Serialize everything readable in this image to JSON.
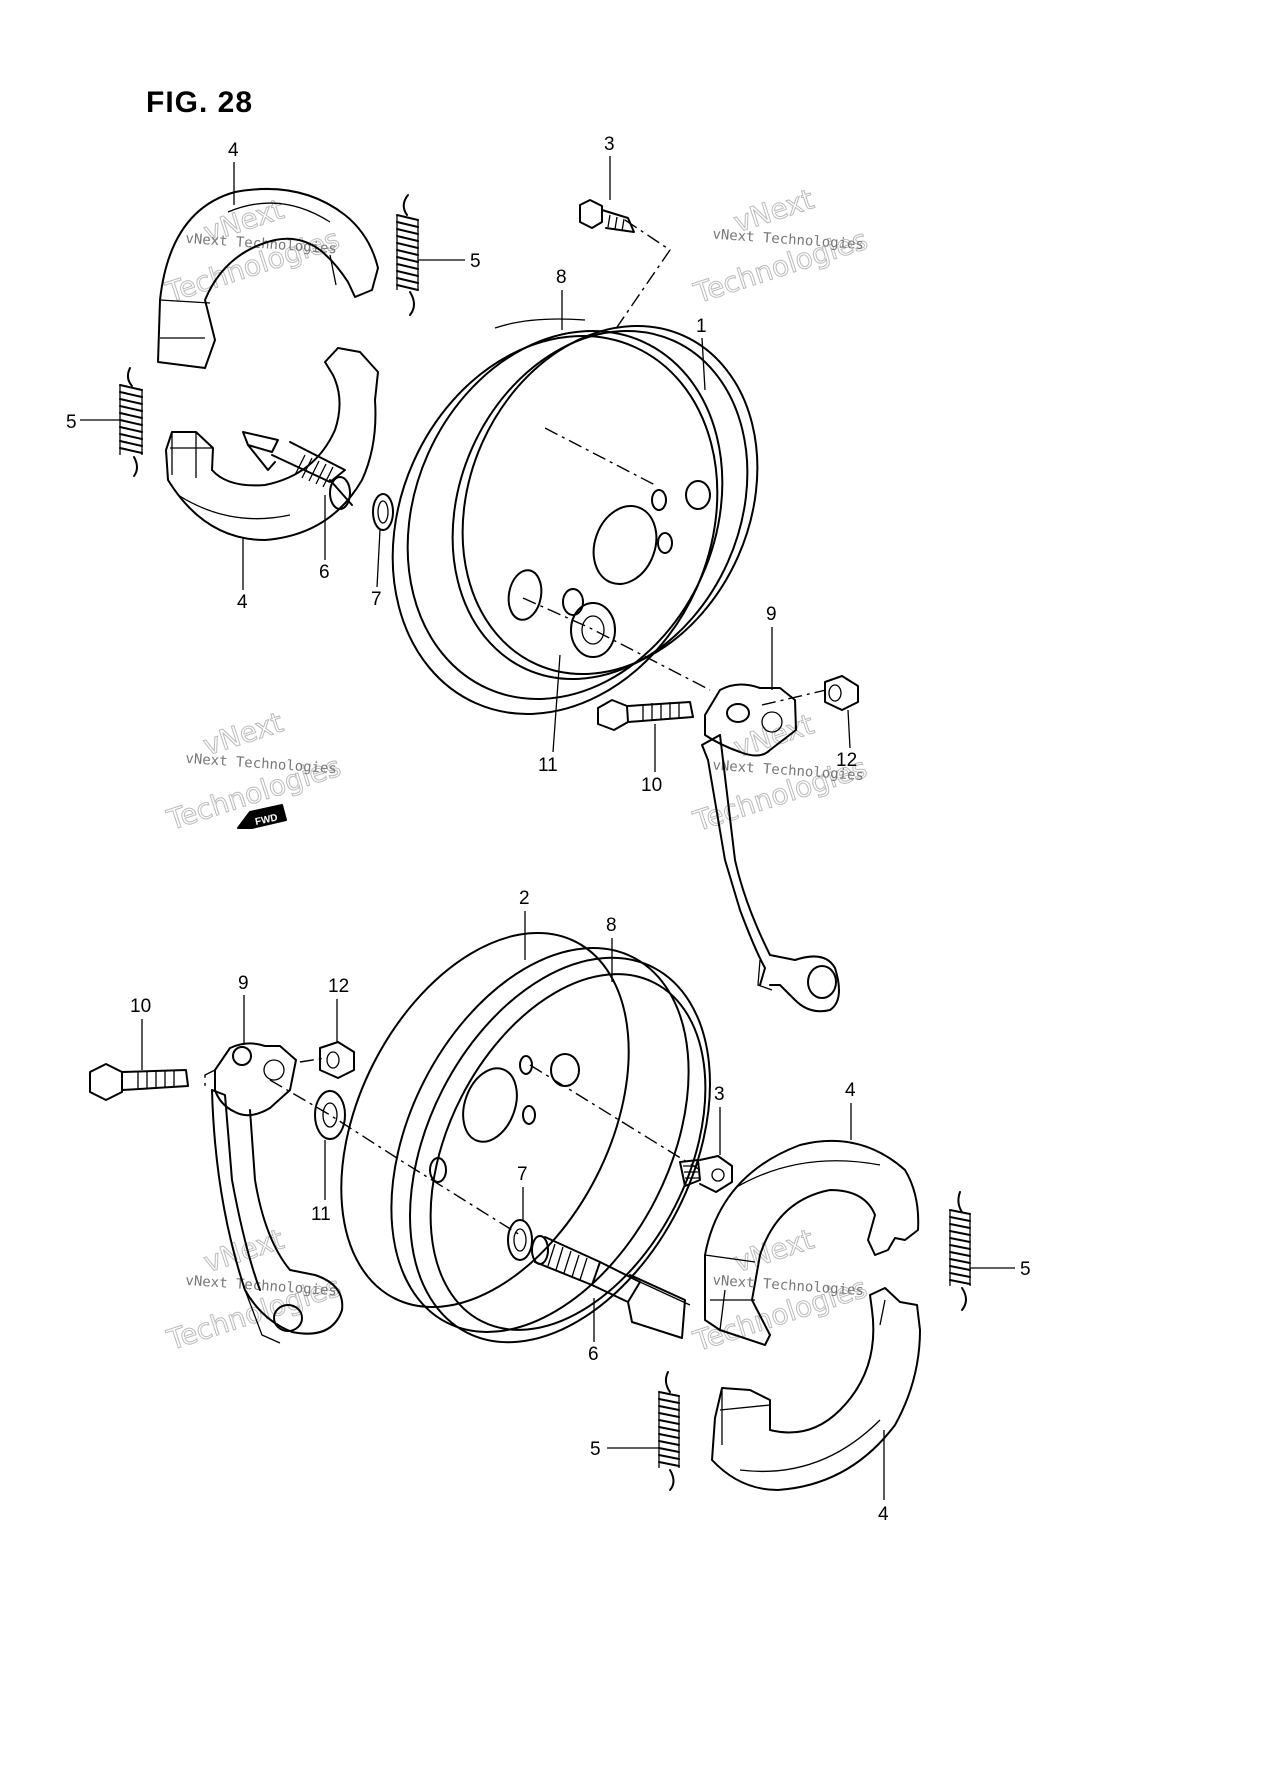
{
  "figure_title": "FIG. 28",
  "fwd_label": "FWD",
  "watermark": {
    "line1": "vNext Technologies",
    "line2": "Technologies",
    "line3": "vNext"
  },
  "callouts": [
    "1",
    "2",
    "3",
    "3",
    "4",
    "4",
    "4",
    "4",
    "5",
    "5",
    "5",
    "5",
    "6",
    "6",
    "7",
    "7",
    "8",
    "8",
    "9",
    "9",
    "10",
    "10",
    "11",
    "11",
    "12",
    "12"
  ]
}
